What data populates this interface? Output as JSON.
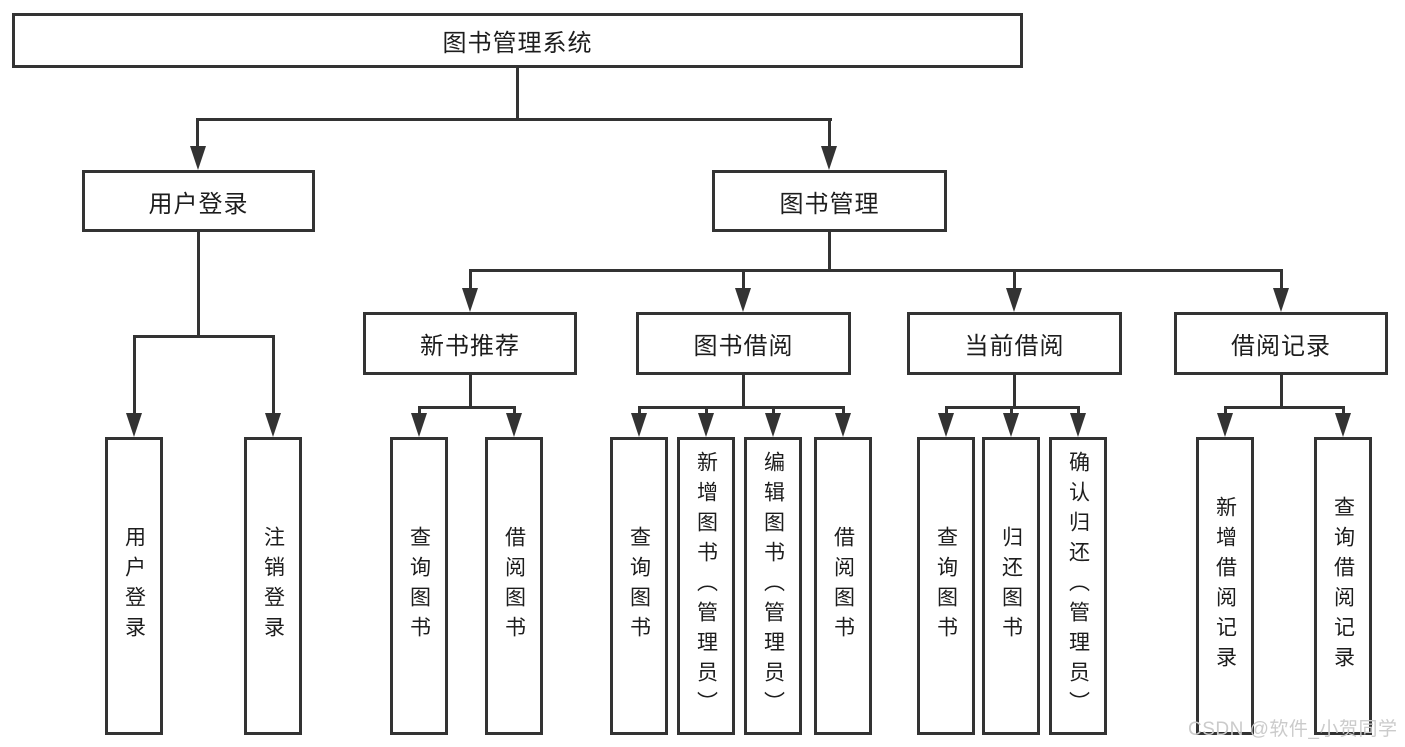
{
  "colors": {
    "line": "#333333",
    "text": "#1d1d1d",
    "background": "#ffffff",
    "watermark": "#cbcbcb"
  },
  "root": {
    "label": "图书管理系统"
  },
  "level2": [
    {
      "label": "用户登录"
    },
    {
      "label": "图书管理"
    }
  ],
  "level3": [
    {
      "label": "新书推荐"
    },
    {
      "label": "图书借阅"
    },
    {
      "label": "当前借阅"
    },
    {
      "label": "借阅记录"
    }
  ],
  "leaves": [
    {
      "label": "用户登录"
    },
    {
      "label": "注销登录"
    },
    {
      "label": "查询图书"
    },
    {
      "label": "借阅图书"
    },
    {
      "label": "查询图书"
    },
    {
      "label": "新增图书（管理员）"
    },
    {
      "label": "编辑图书（管理员）"
    },
    {
      "label": "借阅图书"
    },
    {
      "label": "查询图书"
    },
    {
      "label": "归还图书"
    },
    {
      "label": "确认归还（管理员）"
    },
    {
      "label": "新增借阅记录"
    },
    {
      "label": "查询借阅记录"
    }
  ],
  "watermark": "CSDN @软件_小贺同学"
}
